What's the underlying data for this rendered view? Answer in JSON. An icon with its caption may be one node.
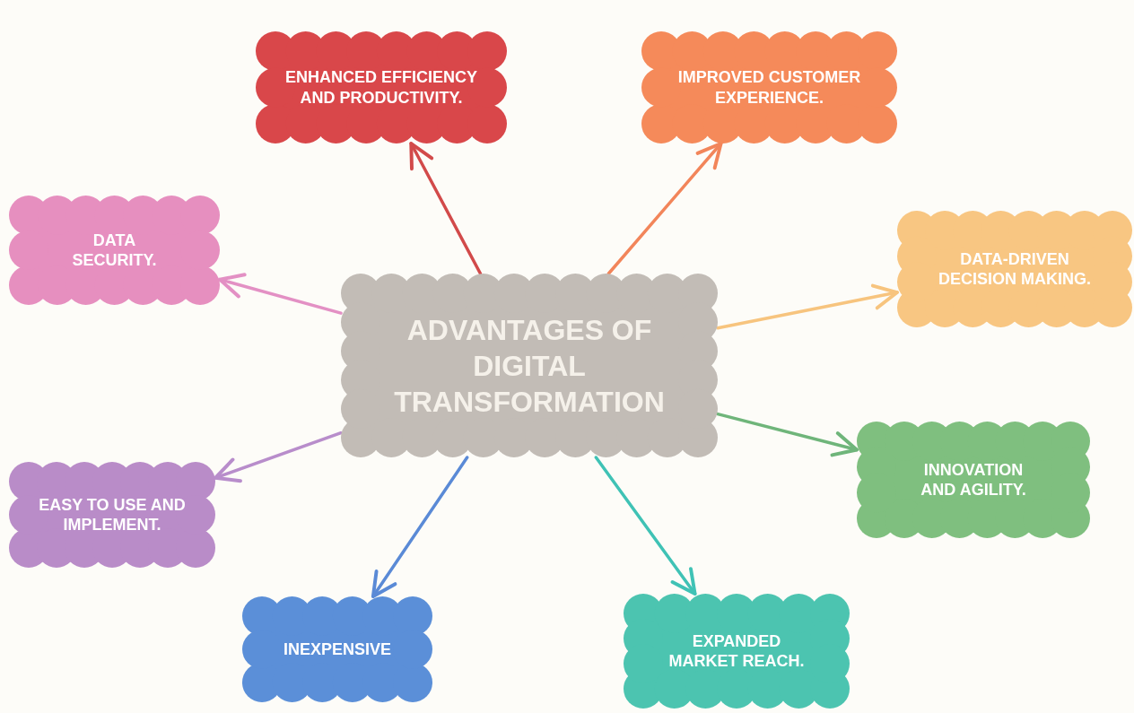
{
  "diagram": {
    "nodes": [
      {
        "text": [
          "ADVANTAGES OF DIGITAL TRANSFORMATION"
        ]
      },
      {
        "text": [
          "ENHANCED EFFICIENCY AND PRODUCTIVITY."
        ]
      },
      {
        "text": [
          "IMPROVED CUSTOMER EXPERIENCE."
        ]
      },
      {
        "text": [
          "DATA SECURITY."
        ]
      },
      {
        "text": [
          "DATA-DRIVEN DECISION MAKING."
        ]
      },
      {
        "text": [
          "EASY TO USE AND IMPLEMENT."
        ]
      },
      {
        "text": [
          "INNOVATION AND AGILITY."
        ]
      },
      {
        "text": [
          "INEXPENSIVE"
        ]
      },
      {
        "text": [
          "EXPANDED MARKET REACH."
        ]
      }
    ],
    "edges": [
      {
        "from": 0,
        "to": 1,
        "arrow": "to",
        "color": "#d24a4a"
      },
      {
        "from": 0,
        "to": 2,
        "arrow": "to",
        "color": "#f2855a"
      },
      {
        "from": 0,
        "to": 3,
        "arrow": "to",
        "color": "#e390c4"
      },
      {
        "from": 0,
        "to": 4,
        "arrow": "to",
        "color": "#f7c47e"
      },
      {
        "from": 0,
        "to": 5,
        "arrow": "to",
        "color": "#b88dcb"
      },
      {
        "from": 0,
        "to": 6,
        "arrow": "to",
        "color": "#6fb57a"
      },
      {
        "from": 0,
        "to": 7,
        "arrow": "to",
        "color": "#5a8ad6"
      },
      {
        "from": 0,
        "to": 8,
        "arrow": "to",
        "color": "#3fc2b5"
      }
    ]
  }
}
